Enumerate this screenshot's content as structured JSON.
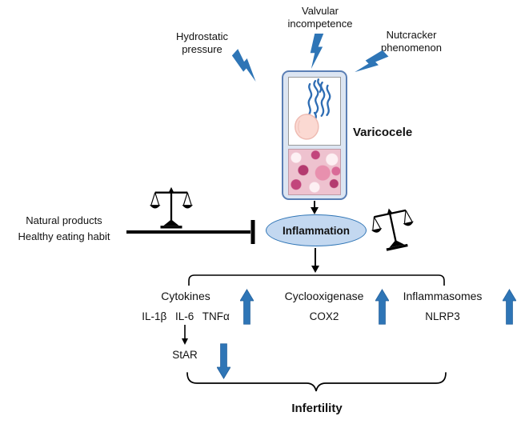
{
  "causes": {
    "hydrostatic": "Hydrostatic\npressure",
    "valvular": "Valvular\nincompetence",
    "nutcracker": "Nutcracker\nphenomenon"
  },
  "varicocele": {
    "label": "Varicocele"
  },
  "inflammation": {
    "label": "Inflammation"
  },
  "intervention": {
    "text": "Natural products\nHealthy eating habit"
  },
  "mediators": {
    "cytokines": {
      "title": "Cytokines",
      "items": "IL-1β IL-6 TNFα",
      "direction": "up"
    },
    "cyclooxigenase": {
      "title": "Cyclooxigenase",
      "items": "COX2",
      "direction": "up"
    },
    "inflammasomes": {
      "title": "Inflammasomes",
      "items": "NLRP3",
      "direction": "up"
    }
  },
  "star": {
    "label": "StAR",
    "direction": "down"
  },
  "outcome": {
    "label": "Infertility"
  },
  "icons": {
    "lightning": "lightning-bolt",
    "balance": "balance-scale",
    "block_arrow": "thick-blue-arrow",
    "inhibition": "t-bar"
  },
  "colors": {
    "accent_blue": "#2e75b6",
    "box_fill": "#dce5f2",
    "box_border": "#5b7fb5",
    "ellipse_fill": "#c3d8f0",
    "ellipse_border": "#2e74b5",
    "histology_pink": "#eec2cf",
    "vein_blue": "#2e6db4",
    "testis_pink": "#fbd9d2"
  }
}
